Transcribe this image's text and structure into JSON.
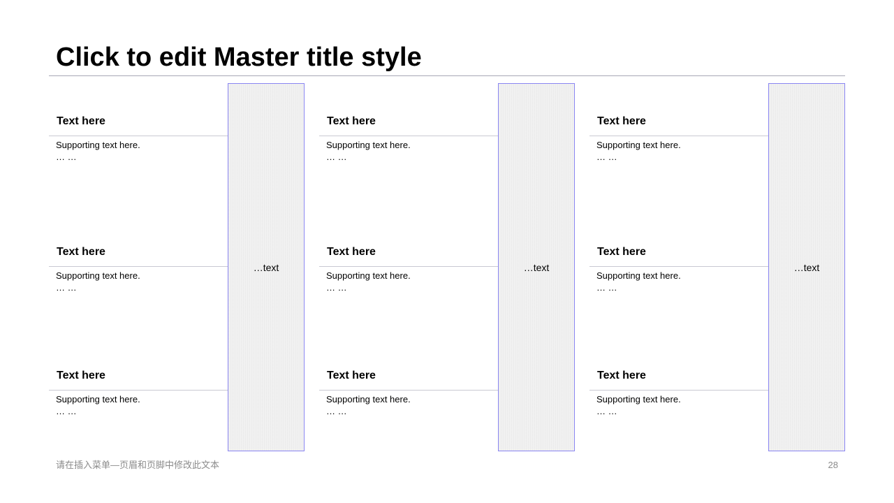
{
  "slide": {
    "title": "Click to edit Master title style",
    "footer_text": "请在插入菜单—页眉和页脚中修改此文本",
    "page_number": "28"
  },
  "columns": [
    {
      "items": [
        {
          "heading": "Text here",
          "support": "Supporting  text here.",
          "more": "… …"
        },
        {
          "heading": "Text here",
          "support": "Supporting  text here.",
          "more": "… …"
        },
        {
          "heading": "Text here",
          "support": "Supporting  text here.",
          "more": "… …"
        }
      ],
      "side_label": "…text"
    },
    {
      "items": [
        {
          "heading": "Text here",
          "support": "Supporting  text here.",
          "more": "… …"
        },
        {
          "heading": "Text here",
          "support": "Supporting  text here.",
          "more": "… …"
        },
        {
          "heading": "Text here",
          "support": "Supporting  text here.",
          "more": "… …"
        }
      ],
      "side_label": "…text"
    },
    {
      "items": [
        {
          "heading": "Text here",
          "support": "Supporting  text here.",
          "more": "… …"
        },
        {
          "heading": "Text here",
          "support": "Supporting  text here.",
          "more": "… …"
        },
        {
          "heading": "Text here",
          "support": "Supporting  text here.",
          "more": "… …"
        }
      ],
      "side_label": "…text"
    }
  ],
  "colors": {
    "placeholder_border": "#8a85f2",
    "placeholder_fill": "#f1f1f1",
    "rule": "#c9c9d2",
    "footer_text": "#8b8b8b"
  }
}
